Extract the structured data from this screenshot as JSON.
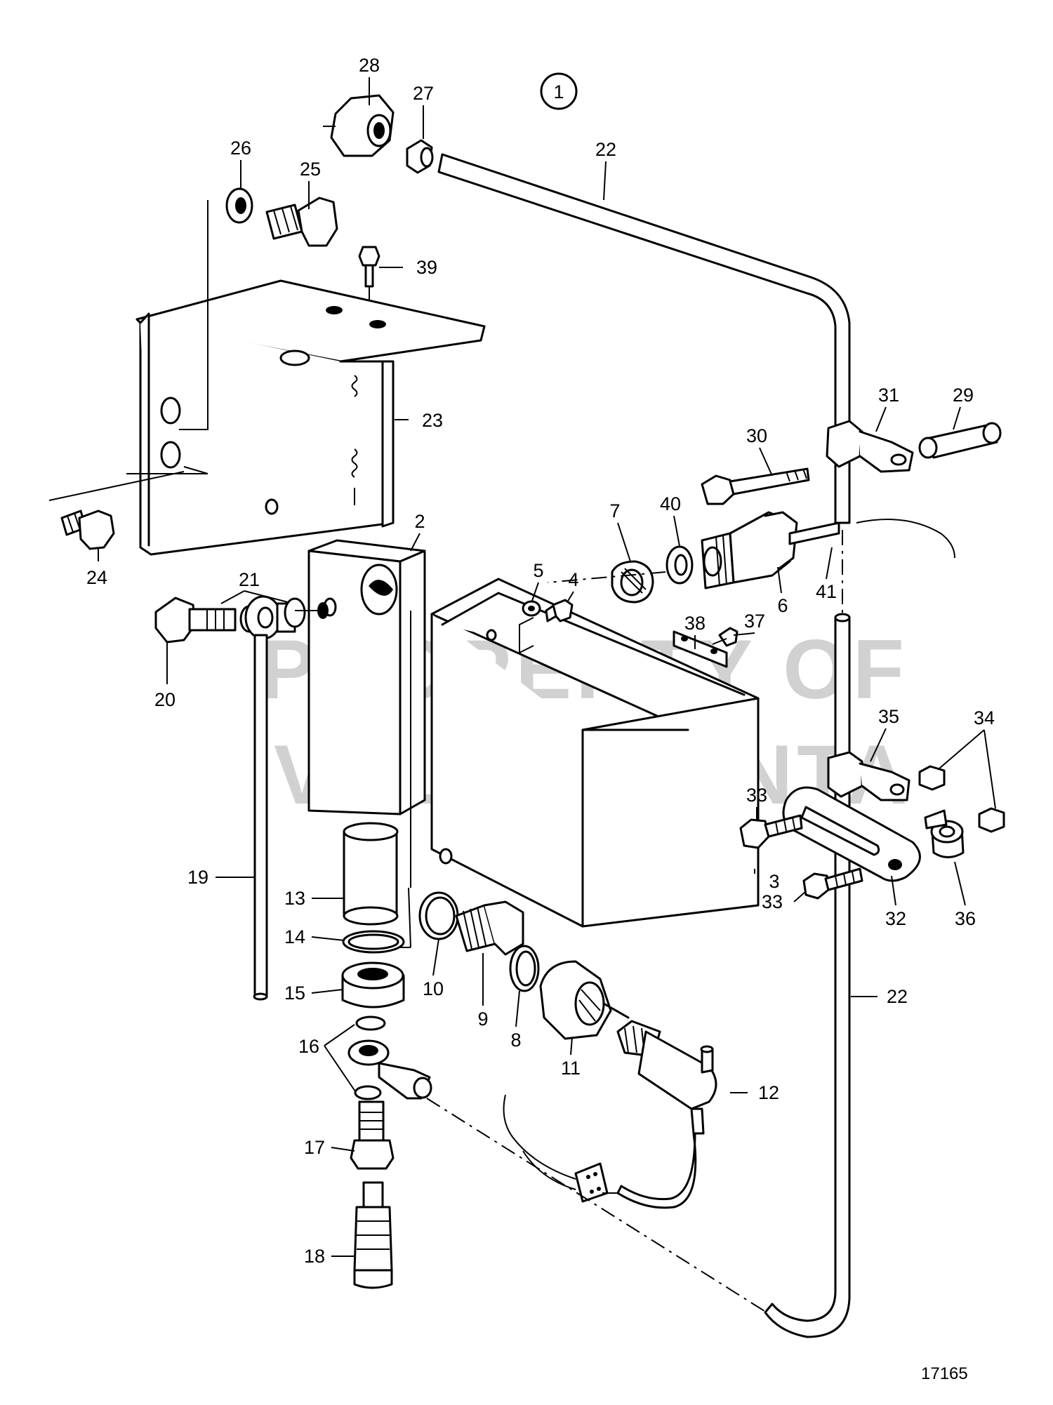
{
  "figure_ref": "17165",
  "view_marker": "1",
  "watermark": [
    "PROPERTY OF",
    "VOLVO PENTA"
  ],
  "labels": [
    {
      "id": "lbl-28",
      "text": "28"
    },
    {
      "id": "lbl-27",
      "text": "27"
    },
    {
      "id": "lbl-22a",
      "text": "22"
    },
    {
      "id": "lbl-26",
      "text": "26"
    },
    {
      "id": "lbl-25",
      "text": "25"
    },
    {
      "id": "lbl-39",
      "text": "39"
    },
    {
      "id": "lbl-23",
      "text": "23"
    },
    {
      "id": "lbl-31",
      "text": "31"
    },
    {
      "id": "lbl-29",
      "text": "29"
    },
    {
      "id": "lbl-30",
      "text": "30"
    },
    {
      "id": "lbl-2",
      "text": "2"
    },
    {
      "id": "lbl-7",
      "text": "7"
    },
    {
      "id": "lbl-40",
      "text": "40"
    },
    {
      "id": "lbl-24",
      "text": "24"
    },
    {
      "id": "lbl-21",
      "text": "21"
    },
    {
      "id": "lbl-5",
      "text": "5"
    },
    {
      "id": "lbl-4",
      "text": "4"
    },
    {
      "id": "lbl-6",
      "text": "6"
    },
    {
      "id": "lbl-41",
      "text": "41"
    },
    {
      "id": "lbl-38",
      "text": "38"
    },
    {
      "id": "lbl-37",
      "text": "37"
    },
    {
      "id": "lbl-20",
      "text": "20"
    },
    {
      "id": "lbl-35",
      "text": "35"
    },
    {
      "id": "lbl-34",
      "text": "34"
    },
    {
      "id": "lbl-33a",
      "text": "33"
    },
    {
      "id": "lbl-19",
      "text": "19"
    },
    {
      "id": "lbl-13",
      "text": "13"
    },
    {
      "id": "lbl-3",
      "text": "3"
    },
    {
      "id": "lbl-33b",
      "text": "33"
    },
    {
      "id": "lbl-32",
      "text": "32"
    },
    {
      "id": "lbl-36",
      "text": "36"
    },
    {
      "id": "lbl-14",
      "text": "14"
    },
    {
      "id": "lbl-10",
      "text": "10"
    },
    {
      "id": "lbl-15",
      "text": "15"
    },
    {
      "id": "lbl-9",
      "text": "9"
    },
    {
      "id": "lbl-8",
      "text": "8"
    },
    {
      "id": "lbl-22b",
      "text": "22"
    },
    {
      "id": "lbl-11",
      "text": "11"
    },
    {
      "id": "lbl-16",
      "text": "16"
    },
    {
      "id": "lbl-12",
      "text": "12"
    },
    {
      "id": "lbl-17",
      "text": "17"
    },
    {
      "id": "lbl-18",
      "text": "18"
    }
  ]
}
